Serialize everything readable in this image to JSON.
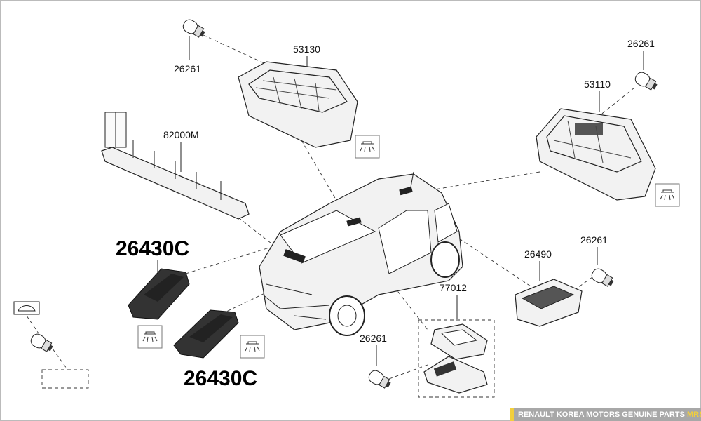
{
  "labels": {
    "bulb_top_left": "26261",
    "console_front": "53130",
    "bulb_top_right": "26261",
    "console_rear": "53110",
    "harness": "82000M",
    "sun_visor_lamp_upper": "26430C",
    "sun_visor_lamp_lower": "26430C",
    "plate_lamp": "26490",
    "bulb_plate": "26261",
    "glove_lamp": "77012",
    "bulb_bottom": "26261"
  },
  "watermark": {
    "main": "RENAULT KOREA MOTORS GENUINE PARTS ",
    "brand": "MRSZONE"
  },
  "colors": {
    "watermark_bg": "#a8a8a8",
    "watermark_accent": "#f2cf3c"
  }
}
